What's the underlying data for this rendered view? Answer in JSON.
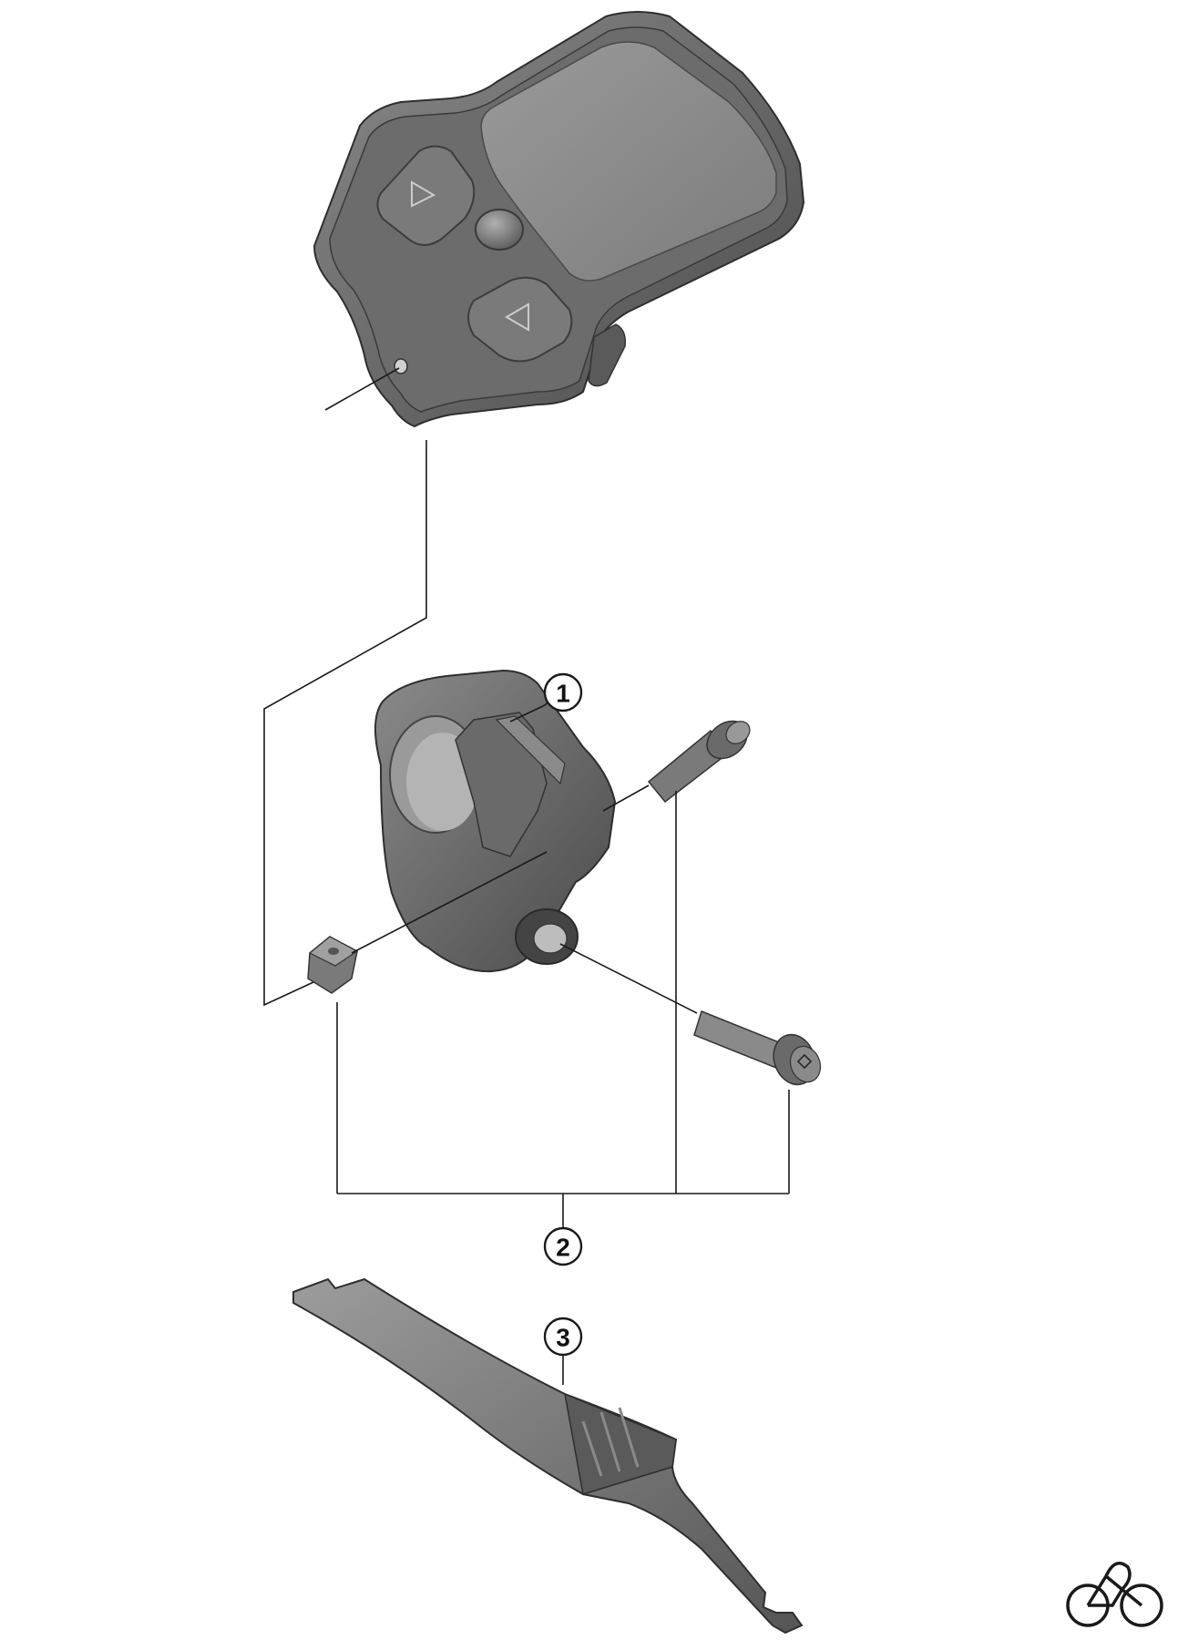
{
  "callouts": [
    {
      "number": "1"
    },
    {
      "number": "2"
    },
    {
      "number": "3"
    }
  ],
  "parts": [
    {
      "icon": "display-unit-icon"
    },
    {
      "icon": "mounting-clamp-icon"
    },
    {
      "icon": "clamp-bolt-icon"
    },
    {
      "icon": "square-nut-icon"
    },
    {
      "icon": "tool-icon"
    }
  ],
  "logo": {
    "icon": "bicycle-logo-icon"
  },
  "colors": {
    "part_dark": "#4a4a4a",
    "part_mid": "#7a7a7a",
    "part_light": "#a8a8a8",
    "screen": "#8c8c8c",
    "line": "#1a1a1a"
  }
}
